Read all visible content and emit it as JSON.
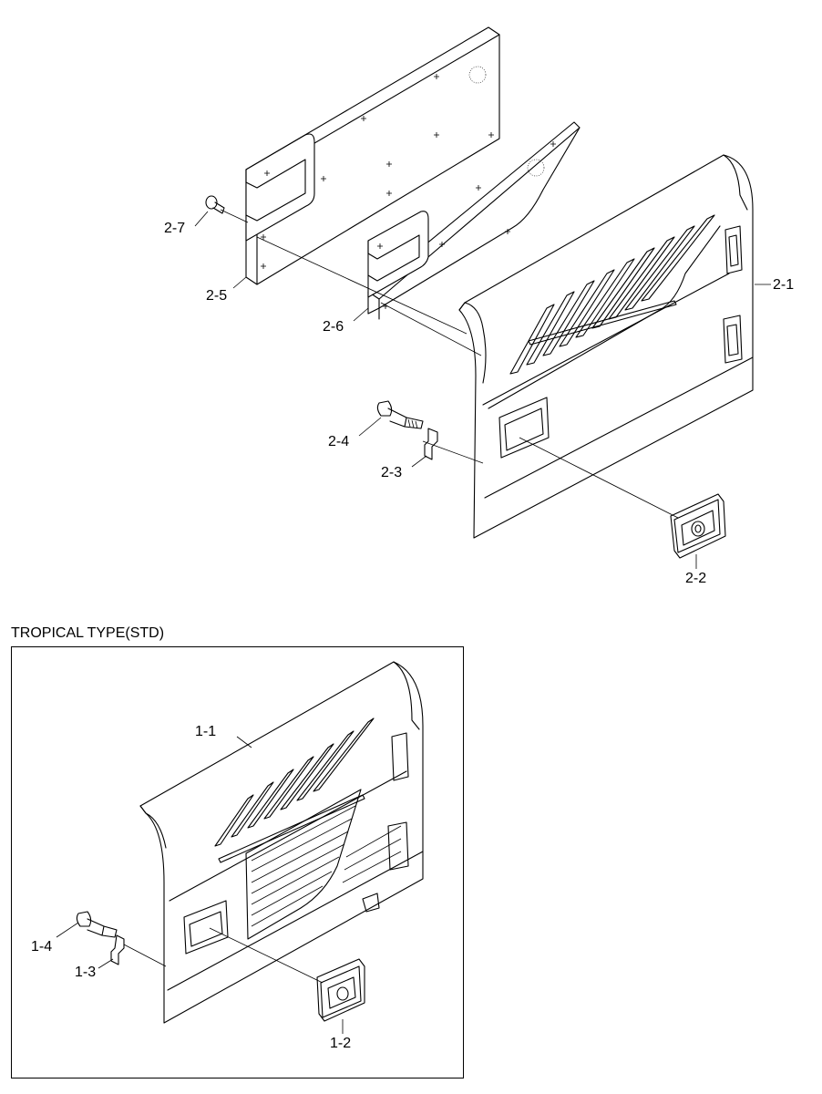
{
  "diagram": {
    "section_title": "TROPICAL TYPE(STD)",
    "upper_labels": {
      "p2_1": "2-1",
      "p2_2": "2-2",
      "p2_3": "2-3",
      "p2_4": "2-4",
      "p2_5": "2-5",
      "p2_6": "2-6",
      "p2_7": "2-7"
    },
    "lower_labels": {
      "p1_1": "1-1",
      "p1_2": "1-2",
      "p1_3": "1-3",
      "p1_4": "1-4"
    }
  }
}
